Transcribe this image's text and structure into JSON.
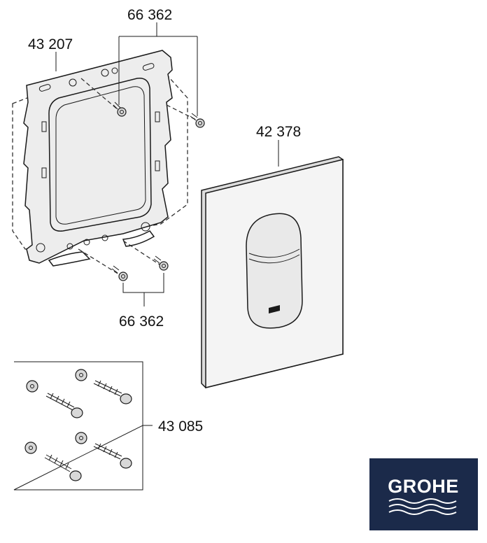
{
  "labels": {
    "clip_screws_top": "66 362",
    "mounting_frame": "43 207",
    "cover_plate": "42 378",
    "clip_screws_bottom": "66 362",
    "fixing_set": "43 085"
  },
  "brand": {
    "name": "GROHE",
    "background_color": "#1b2a4a",
    "text_color": "#ffffff"
  },
  "colors": {
    "plate_fill": "#f4f4f4",
    "button_fill": "#e9e9e9",
    "line": "#1a1a1a"
  }
}
